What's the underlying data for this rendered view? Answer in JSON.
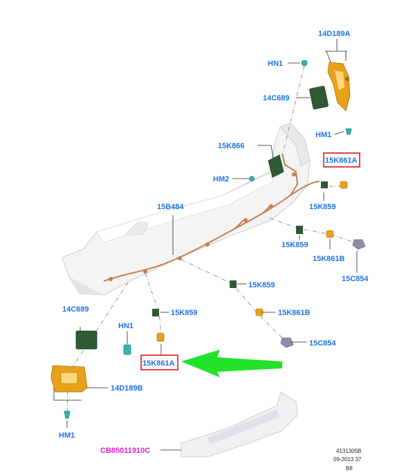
{
  "labels": {
    "l_14d189a_top": "14D189A",
    "l_hn1_top": "HN1",
    "l_14c689_top": "14C689",
    "l_hm1_top": "HM1",
    "l_15k866": "15K866",
    "l_15k861a_right": "15K861A",
    "l_hm2": "HM2",
    "l_15k859_right": "15K859",
    "l_15b484": "15B484",
    "l_15k859_mid": "15K859",
    "l_15k861b_right": "15K861B",
    "l_15c854_right": "15C854",
    "l_15k859_center": "15K859",
    "l_14c689_left": "14C689",
    "l_15k859_left": "15K859",
    "l_hn1_left": "HN1",
    "l_15k861b_center": "15K861B",
    "l_15c854_center": "15C854",
    "l_15k861a_left": "15K861A",
    "l_14d189b": "14D189B",
    "l_hm1_bottom": "HM1",
    "l_cb_code": "CB85011910C"
  },
  "reference": {
    "line1": "4131305B",
    "line2": "09-2013 37",
    "line3": "B8"
  },
  "colors": {
    "label_blue": "#1a73e8",
    "callout_magenta": "#e21fd3",
    "highlight_box": "#e0141e",
    "arrow_green": "#22e22a",
    "bracket_orange": "#e8a21a",
    "module_green": "#2f5a35",
    "wire_brown": "#c77d4e",
    "clip_teal": "#35b5b0"
  },
  "icons": {
    "pointer": "green-arrow-icon"
  }
}
